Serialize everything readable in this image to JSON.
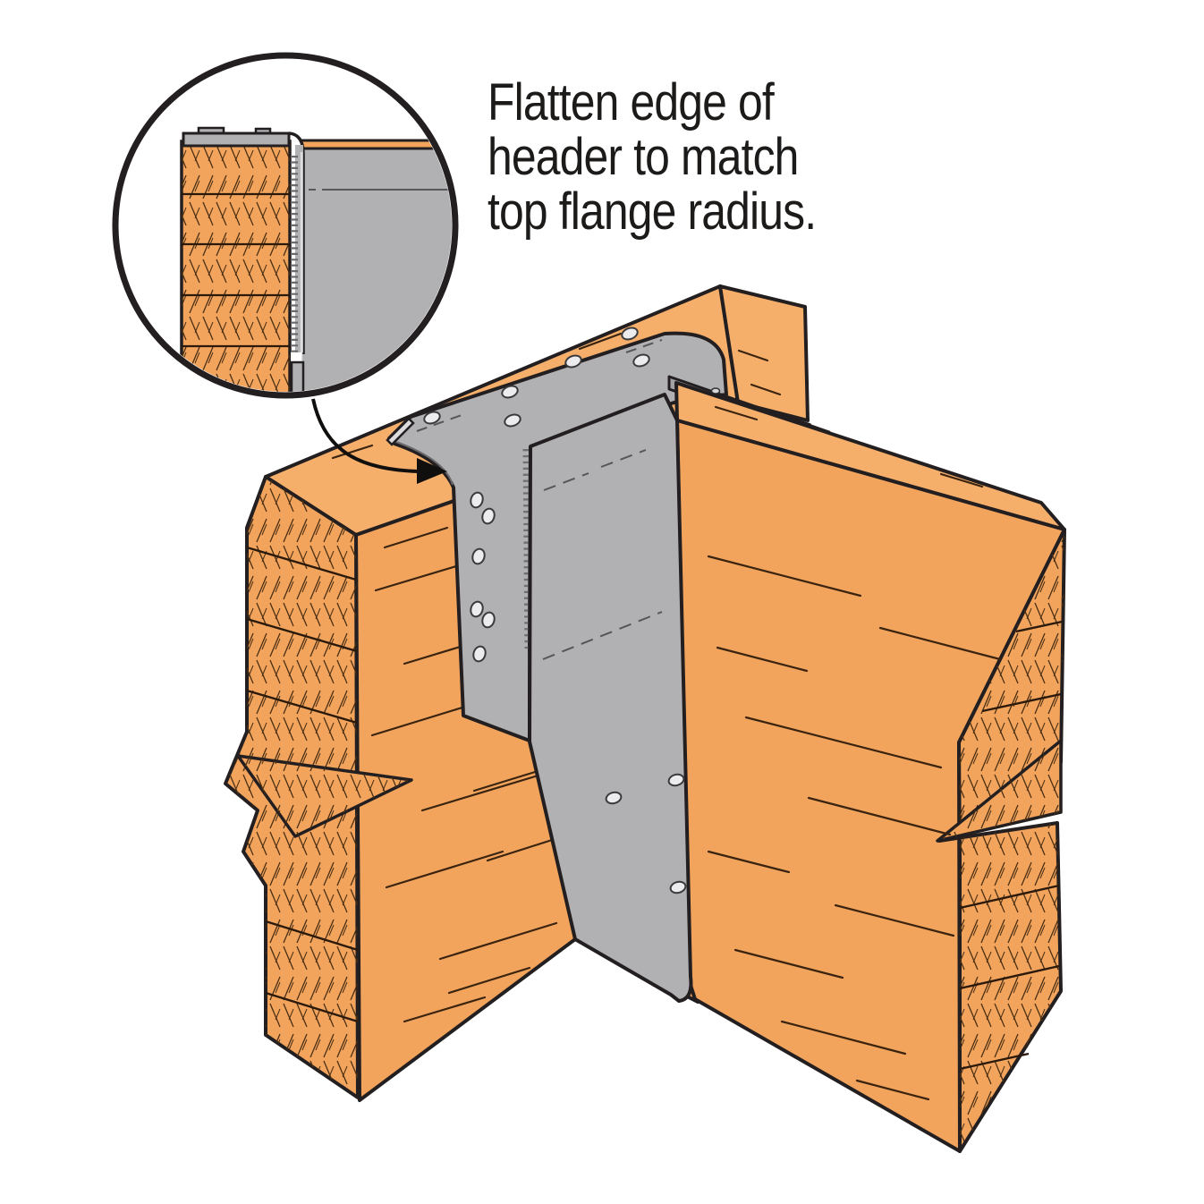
{
  "annotation": {
    "line1": "Flatten edge of",
    "line2": "header to match",
    "line3": "top flange radius."
  },
  "colors": {
    "background": "#FFFFFF",
    "outline": "#231F20",
    "wood": "#F2A45D",
    "wood_top": "#F5AF6B",
    "metal": "#B1B1B3",
    "metal_dark": "#A2A2A4",
    "metal_edge_highlight": "#DCDCDE",
    "nail_hole": "#ECECEE",
    "grain_line": "#4A2E12"
  },
  "icons": {
    "callout_arrow": "curved-arrow",
    "break_symbol": "jagged-lumber-break"
  },
  "parts": {
    "inset": "detail-circle-flattened-header-edge",
    "header": "wood-header-beam",
    "joist": "wood-joist-beam",
    "hanger": "steel-top-flange-joist-hanger"
  }
}
